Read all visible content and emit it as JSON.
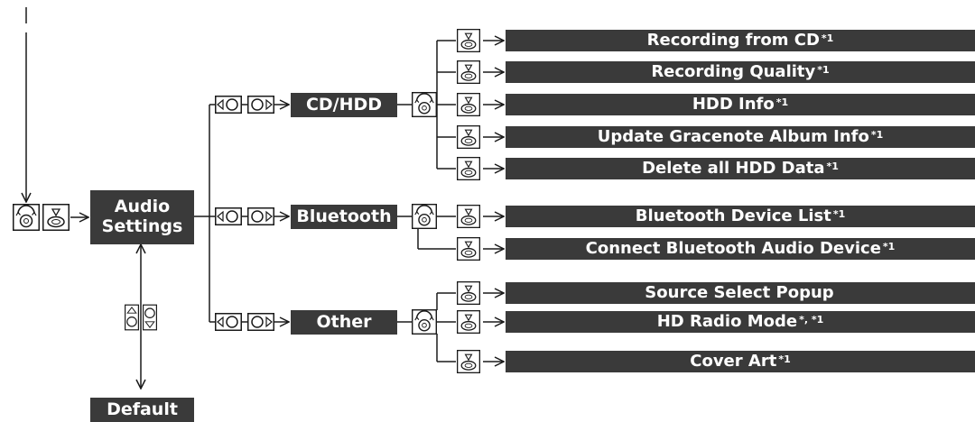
{
  "colors": {
    "box": "#3a3a3a",
    "line": "#1a1a1a",
    "text": "#ffffff"
  },
  "icons": {
    "entry_dial": "dial-press-icon",
    "entry_press": "press-icon",
    "rotate": "rotate-left-right-icon",
    "updown": "move-up-down-icon"
  },
  "main": {
    "line1": "Audio",
    "line2": "Settings",
    "default": "Default"
  },
  "menus": {
    "cdhdd": {
      "label": "CD/HDD",
      "items": [
        {
          "text": "Recording from CD",
          "note": "*1"
        },
        {
          "text": "Recording Quality",
          "note": "*1"
        },
        {
          "text": "HDD Info",
          "note": "*1"
        },
        {
          "text": "Update Gracenote Album Info",
          "note": "*1"
        },
        {
          "text": "Delete all HDD Data",
          "note": "*1"
        }
      ]
    },
    "bluetooth": {
      "label": "Bluetooth",
      "items": [
        {
          "text": "Bluetooth Device List",
          "note": "*1"
        },
        {
          "text": "Connect Bluetooth Audio Device",
          "note": "*1"
        }
      ]
    },
    "other": {
      "label": "Other",
      "items": [
        {
          "text": "Source Select Popup",
          "note": ""
        },
        {
          "text": "HD Radio Mode",
          "note": "*, *1"
        },
        {
          "text": "Cover Art",
          "note": "*1"
        }
      ]
    }
  }
}
